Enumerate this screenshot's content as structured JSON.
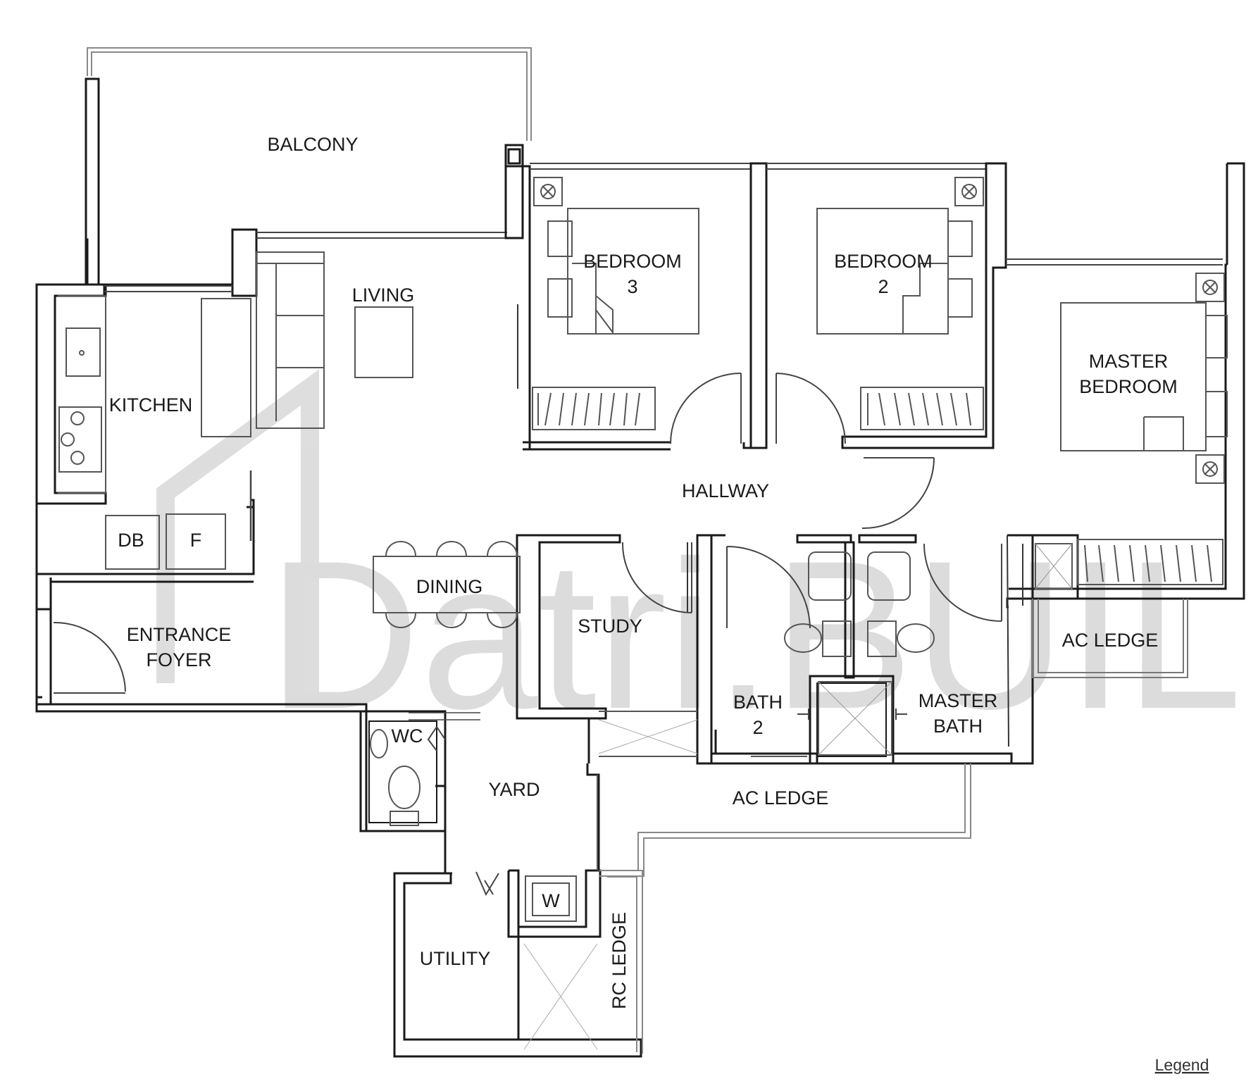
{
  "watermark": {
    "text": "Datri.BUILD"
  },
  "rooms": {
    "balcony": "BALCONY",
    "living": "LIVING",
    "kitchen": "KITCHEN",
    "db": "DB",
    "f": "F",
    "dining": "DINING",
    "entrance_foyer": [
      "ENTRANCE",
      "FOYER"
    ],
    "bedroom3": [
      "BEDROOM",
      "3"
    ],
    "bedroom2": [
      "BEDROOM",
      "2"
    ],
    "master_bedroom": [
      "MASTER",
      "BEDROOM"
    ],
    "hallway": "HALLWAY",
    "study": "STUDY",
    "bath2": [
      "BATH",
      "2"
    ],
    "master_bath": [
      "MASTER",
      "BATH"
    ],
    "ac_ledge_right": "AC LEDGE",
    "ac_ledge_bottom": "AC LEDGE",
    "wc": "WC",
    "yard": "YARD",
    "w": "W",
    "utility": "UTILITY",
    "rc_ledge": "RC LEDGE"
  },
  "legend": {
    "label": "Legend"
  },
  "colors": {
    "wall": "#1a1a1a",
    "line": "#3a3a3a",
    "thin": "#777777",
    "watermark": "#d9d9d9"
  }
}
